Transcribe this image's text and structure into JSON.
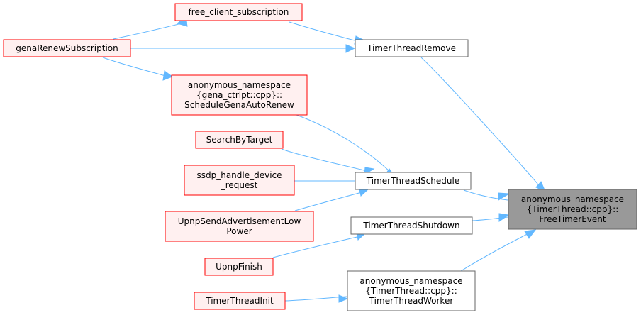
{
  "colors": {
    "edge": "#63b8ff",
    "node_fill": "#fff0f0",
    "node_border": "#ff0000",
    "target_fill": "#999999",
    "target_border": "#666666",
    "plain_fill": "#ffffff",
    "plain_border": "#666666"
  },
  "nodes": {
    "free_client_subscription": {
      "lines": [
        "free_client_subscription"
      ],
      "style": "red"
    },
    "genaRenewSubscription": {
      "lines": [
        "genaRenewSubscription"
      ],
      "style": "red"
    },
    "ScheduleGenaAutoRenew": {
      "lines": [
        "anonymous_namespace",
        "{gena_ctrlpt::cpp}::",
        "ScheduleGenaAutoRenew"
      ],
      "style": "red"
    },
    "SearchByTarget": {
      "lines": [
        "SearchByTarget"
      ],
      "style": "red"
    },
    "ssdp_handle_device_request": {
      "lines": [
        "ssdp_handle_device",
        "_request"
      ],
      "style": "red"
    },
    "UpnpSendAdvertisementLowPower": {
      "lines": [
        "UpnpSendAdvertisementLow",
        "Power"
      ],
      "style": "red"
    },
    "UpnpFinish": {
      "lines": [
        "UpnpFinish"
      ],
      "style": "red"
    },
    "TimerThreadInit": {
      "lines": [
        "TimerThreadInit"
      ],
      "style": "red"
    },
    "TimerThreadRemove": {
      "lines": [
        "TimerThreadRemove"
      ],
      "style": "plain"
    },
    "TimerThreadSchedule": {
      "lines": [
        "TimerThreadSchedule"
      ],
      "style": "plain"
    },
    "TimerThreadShutdown": {
      "lines": [
        "TimerThreadShutdown"
      ],
      "style": "plain"
    },
    "TimerThreadWorker": {
      "lines": [
        "anonymous_namespace",
        "{TimerThread::cpp}::",
        "TimerThreadWorker"
      ],
      "style": "plain"
    },
    "FreeTimerEvent": {
      "lines": [
        "anonymous_namespace",
        "{TimerThread::cpp}::",
        "FreeTimerEvent"
      ],
      "style": "target"
    }
  },
  "edges": [
    {
      "from": "free_client_subscription",
      "to": "genaRenewSubscription"
    },
    {
      "from": "TimerThreadRemove",
      "to": "free_client_subscription"
    },
    {
      "from": "TimerThreadRemove",
      "to": "genaRenewSubscription"
    },
    {
      "from": "ScheduleGenaAutoRenew",
      "to": "genaRenewSubscription"
    },
    {
      "from": "TimerThreadSchedule",
      "to": "ScheduleGenaAutoRenew"
    },
    {
      "from": "TimerThreadSchedule",
      "to": "SearchByTarget"
    },
    {
      "from": "TimerThreadSchedule",
      "to": "ssdp_handle_device_request"
    },
    {
      "from": "TimerThreadSchedule",
      "to": "UpnpSendAdvertisementLowPower"
    },
    {
      "from": "TimerThreadShutdown",
      "to": "UpnpFinish"
    },
    {
      "from": "TimerThreadWorker",
      "to": "TimerThreadInit"
    },
    {
      "from": "FreeTimerEvent",
      "to": "TimerThreadRemove"
    },
    {
      "from": "FreeTimerEvent",
      "to": "TimerThreadSchedule"
    },
    {
      "from": "FreeTimerEvent",
      "to": "TimerThreadShutdown"
    },
    {
      "from": "FreeTimerEvent",
      "to": "TimerThreadWorker"
    }
  ]
}
